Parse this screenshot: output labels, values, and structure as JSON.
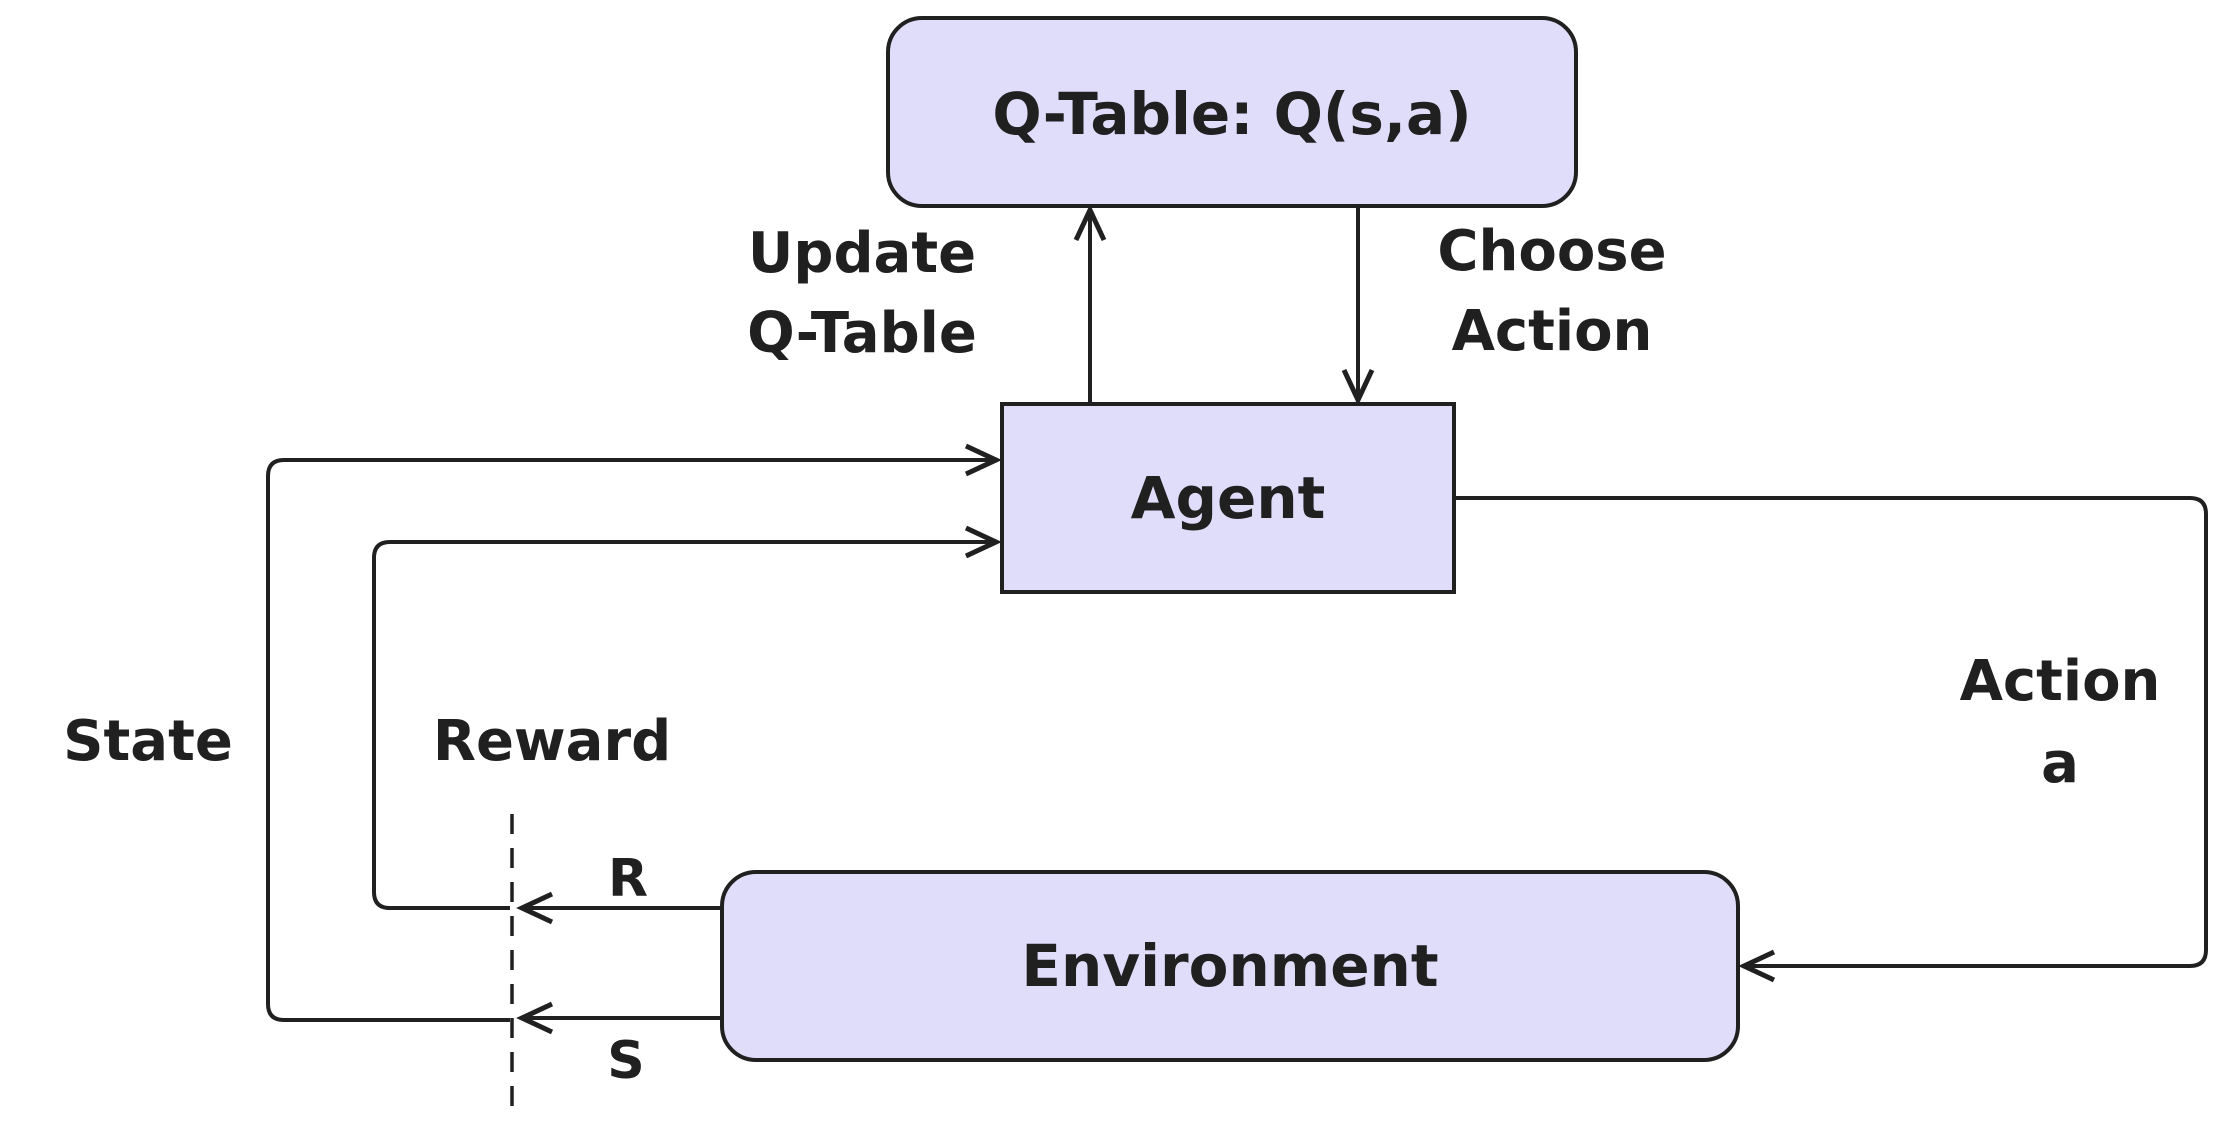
{
  "diagram": {
    "nodes": {
      "qtable": "Q-Table: Q(s,a)",
      "agent": "Agent",
      "environment": "Environment"
    },
    "edges": {
      "update": [
        "Update",
        "Q-Table"
      ],
      "choose": [
        "Choose",
        "Action"
      ],
      "state": "State",
      "reward": "Reward",
      "action": [
        "Action",
        "a"
      ],
      "r": "R",
      "s": "S"
    },
    "colors": {
      "node_fill": "#E0DDFB",
      "stroke": "#202020",
      "background": "#FFFFFF"
    }
  }
}
